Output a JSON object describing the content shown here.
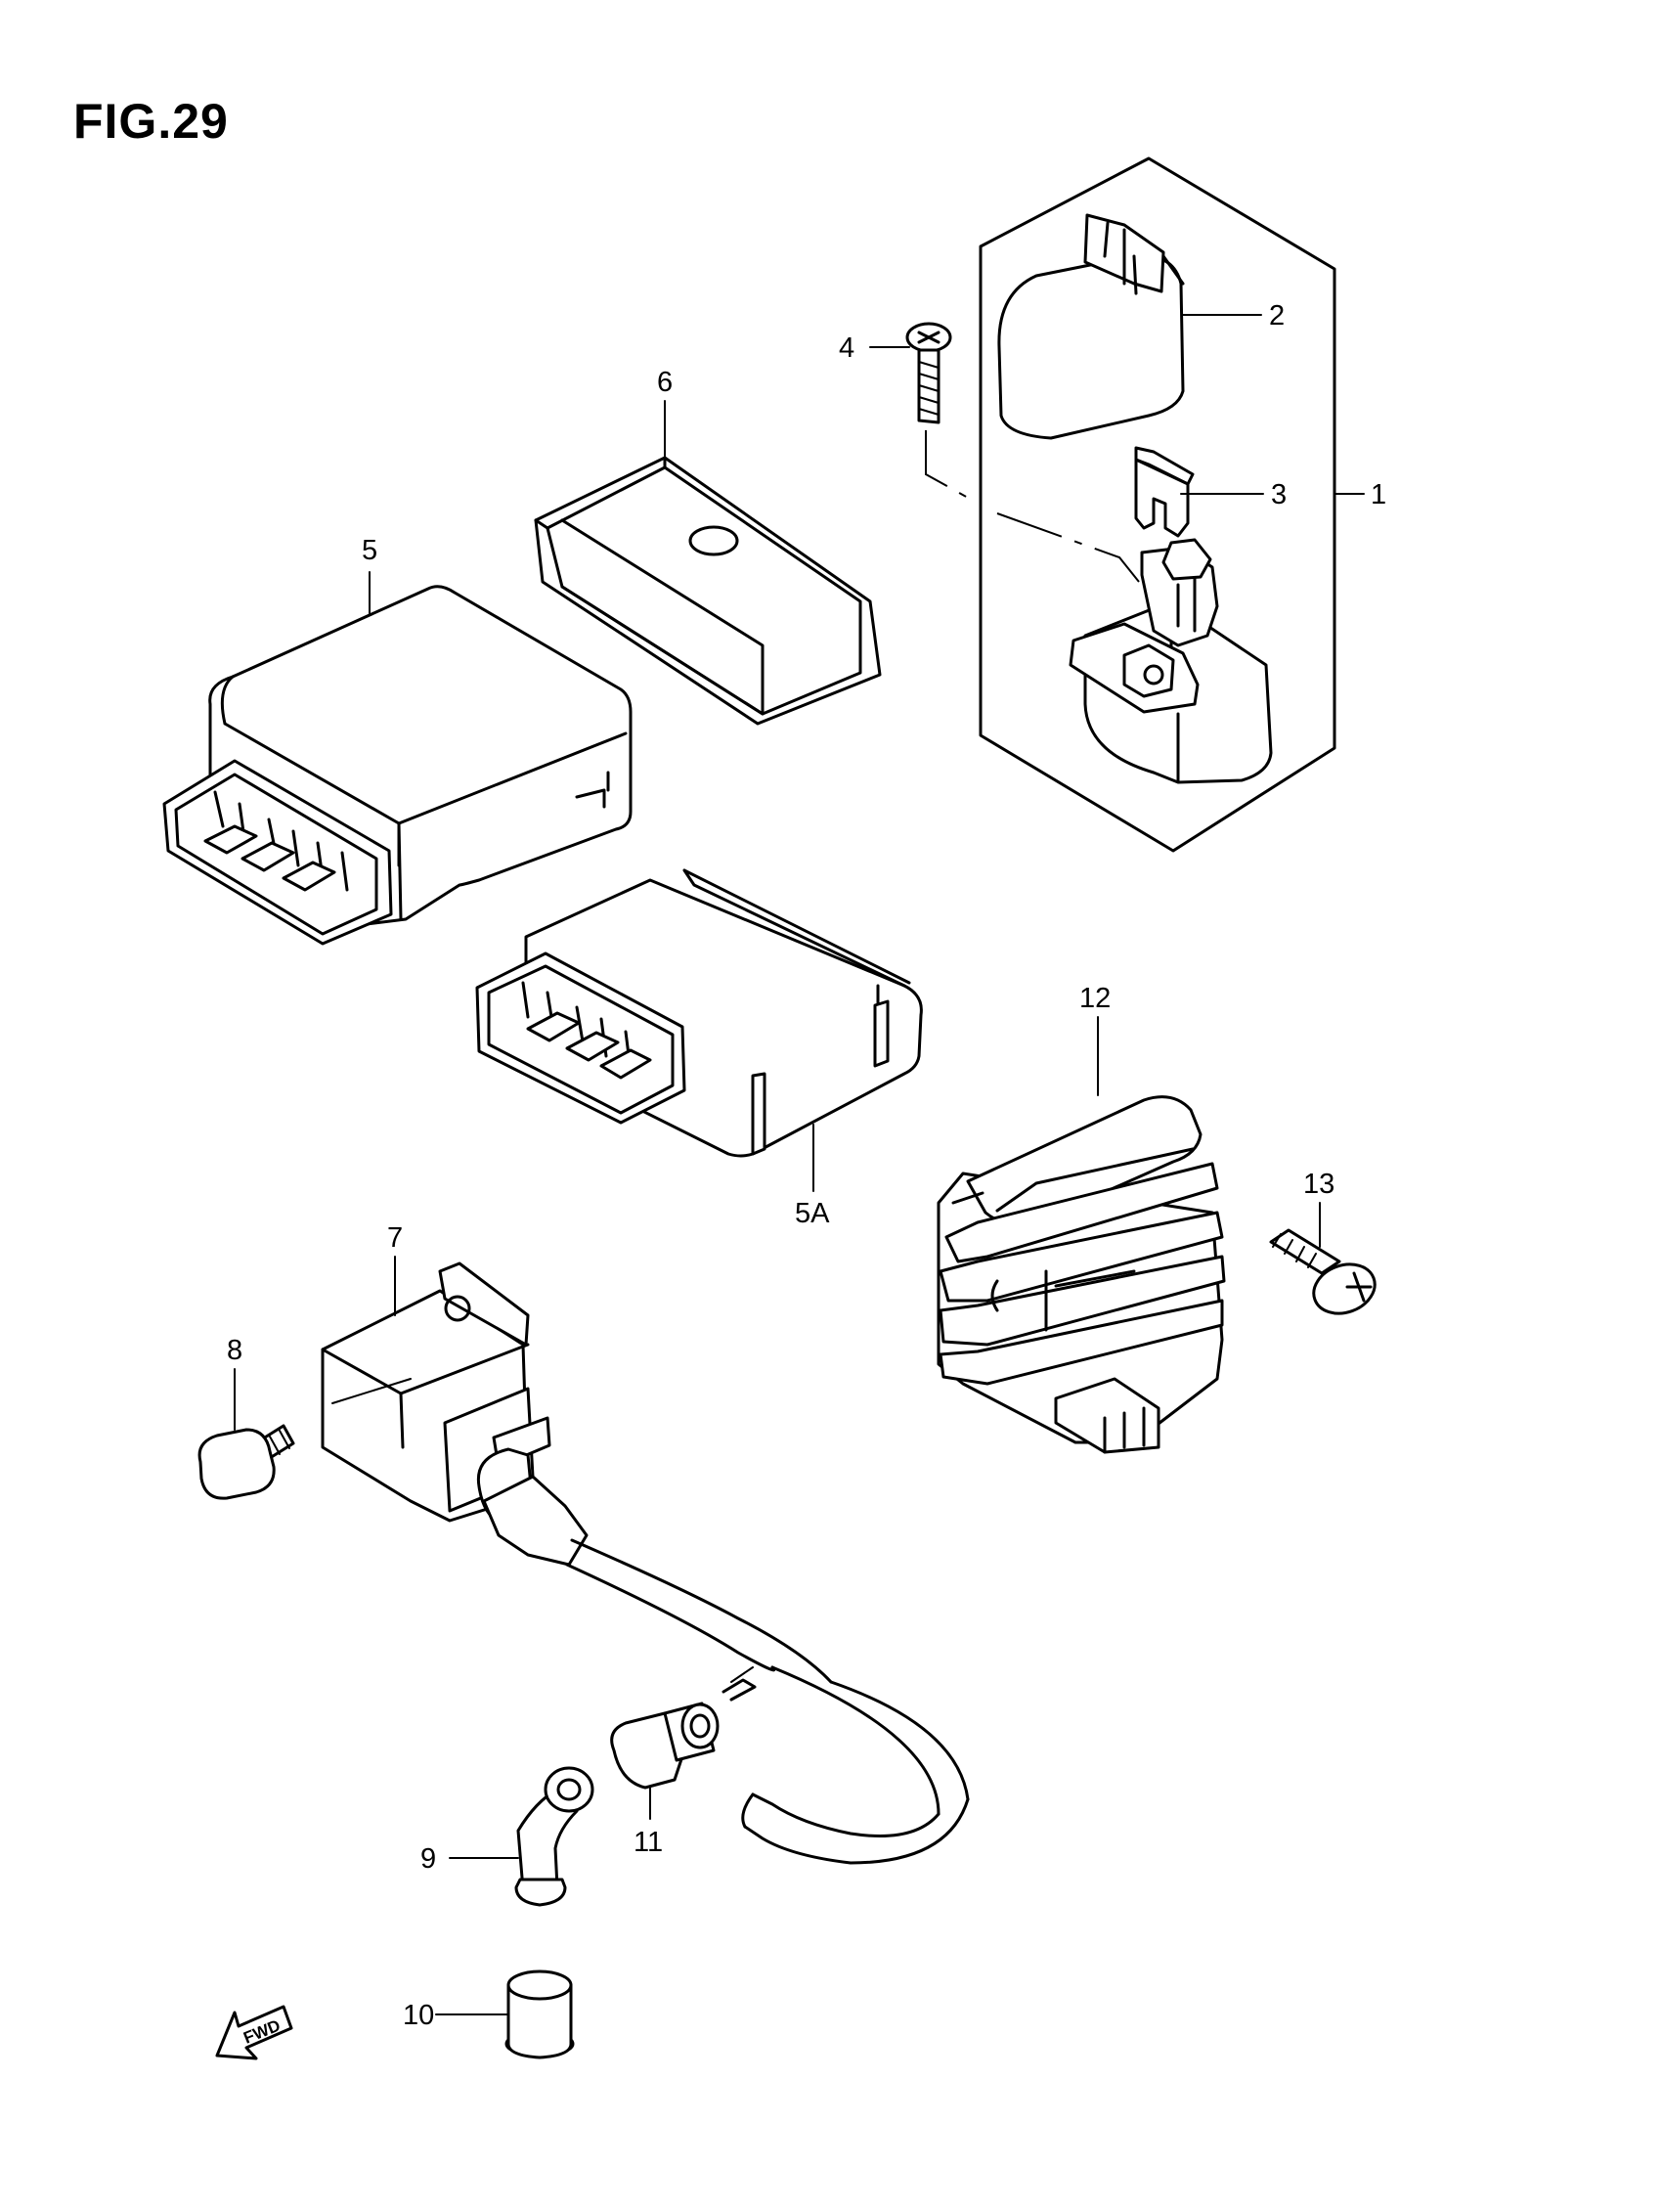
{
  "figure": {
    "title": "FIG.29"
  },
  "callouts": {
    "c1": "1",
    "c2": "2",
    "c3": "3",
    "c4": "4",
    "c5": "5",
    "c5a": "5A",
    "c6": "6",
    "c7": "7",
    "c8": "8",
    "c9": "9",
    "c10": "10",
    "c11": "11",
    "c12": "12",
    "c13": "13"
  },
  "direction_marker": {
    "label": "FWD",
    "icon": "fwd-arrow-icon"
  },
  "colors": {
    "line": "#000000",
    "background": "#ffffff"
  }
}
